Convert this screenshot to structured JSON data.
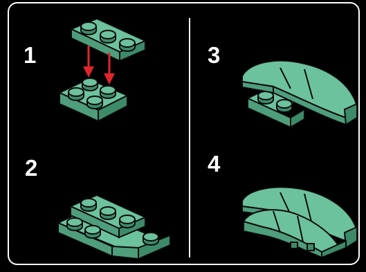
{
  "steps": [
    {
      "number": "1"
    },
    {
      "number": "2"
    },
    {
      "number": "3"
    },
    {
      "number": "4"
    }
  ],
  "colors": {
    "brick": "#5bb08c",
    "brick_dark": "#3d8a69",
    "outline": "#0a0a0a",
    "arrow": "#e0262b",
    "background": "#000000",
    "border": "#ffffff"
  }
}
